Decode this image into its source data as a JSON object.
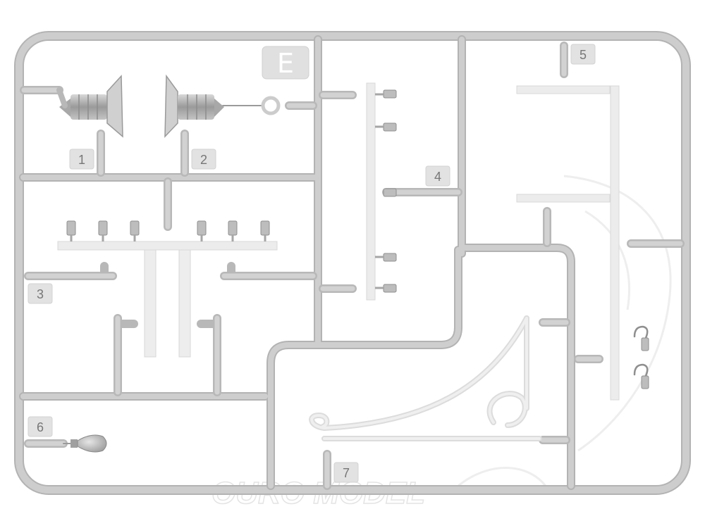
{
  "sprue": {
    "letter": "E",
    "part_numbers": [
      "1",
      "2",
      "3",
      "4",
      "5",
      "6",
      "7"
    ]
  },
  "watermark": {
    "text": "OURO MODEL"
  },
  "colors": {
    "frame": "#c9c9c9",
    "frame_edge": "#b3b3b3",
    "part": "#ececec",
    "part_edge": "#d6d6d6",
    "tag": "#e2e2e2",
    "background": "#ffffff"
  }
}
